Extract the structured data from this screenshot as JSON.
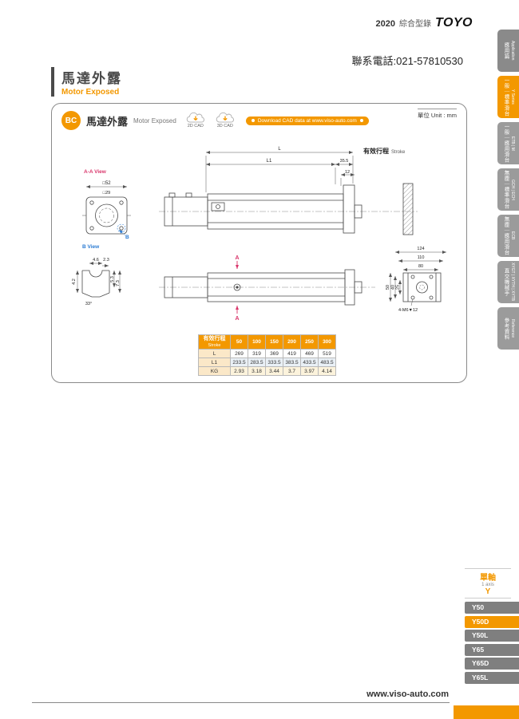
{
  "colors": {
    "accent": "#F39800",
    "tab_gray": "#9B9B9B",
    "tab_dark": "#8A8A8A",
    "model_gray": "#7F7F7F",
    "section_red": "#D9366B",
    "section_blue": "#2B7BD3"
  },
  "header": {
    "year": "2020",
    "catalog": "綜合型錄",
    "brand": "TOYO",
    "phone": "聯系電話:021-57810530"
  },
  "title": {
    "zh": "馬達外露",
    "en": "Motor Exposed"
  },
  "panel": {
    "badge": "BC",
    "heading_zh": "馬達外露",
    "heading_en": "Motor Exposed",
    "cad2d": "2D CAD",
    "cad3d": "3D CAD",
    "download": "Download CAD data at www.viso-auto.com",
    "unit": "單位 Unit : mm"
  },
  "drawing": {
    "aa_view_label": "A-A View",
    "b_view_label": "B View",
    "section_label": "A",
    "b_arrow_label": "B",
    "stroke_zh": "有效行程",
    "stroke_en": "Stroke",
    "dim_l": "L",
    "dim_l1": "L1",
    "dim_35_5": "35.5",
    "dim_12": "12",
    "dim_sq52": "□52",
    "dim_sq29": "□29",
    "dim_4_6": "4.6",
    "dim_2_3": "2.3",
    "dim_4_2": "4.2",
    "dim_5_3": "5.3",
    "dim_7_3": "7.3",
    "dim_33": "33°",
    "dim_124": "124",
    "dim_110": "110",
    "dim_80": "80",
    "dim_50": "50",
    "dim_40": "40",
    "dim_25": "25",
    "dim_4m6": "4-M6▼12"
  },
  "table": {
    "header_zh": "有效行程",
    "header_en": "Stroke",
    "columns": [
      "50",
      "100",
      "150",
      "200",
      "250",
      "300"
    ],
    "rows": [
      {
        "label": "L",
        "values": [
          "269",
          "319",
          "369",
          "419",
          "469",
          "519"
        ]
      },
      {
        "label": "L1",
        "values": [
          "233.5",
          "283.5",
          "333.5",
          "383.5",
          "433.5",
          "483.5"
        ]
      },
      {
        "label": "KG",
        "values": [
          "2.93",
          "3.18",
          "3.44",
          "3.7",
          "3.97",
          "4.14"
        ]
      }
    ]
  },
  "sidebar": {
    "tabs": [
      {
        "label": "應用篇",
        "sub": "Application",
        "active": false
      },
      {
        "label": "一般｜標準滑台",
        "sub": "Y Series",
        "active": true
      },
      {
        "label": "一般｜應用滑台",
        "sub": "ETB | M",
        "active": false
      },
      {
        "label": "無塵｜標準滑台",
        "sub": "GCH | ECH",
        "active": false
      },
      {
        "label": "無塵｜應用滑台",
        "sub": "ECB",
        "active": false
      },
      {
        "label": "直交機械手",
        "sub": "XYGT | XYTH | XYTB",
        "active": false
      },
      {
        "label": "參考資料",
        "sub": "Reference",
        "active": false
      }
    ]
  },
  "models": {
    "group_zh": "單軸",
    "group_en": "1 axis",
    "group_key": "Y",
    "items": [
      {
        "label": "Y50",
        "active": false
      },
      {
        "label": "Y50D",
        "active": true
      },
      {
        "label": "Y50L",
        "active": false
      },
      {
        "label": "Y65",
        "active": false
      },
      {
        "label": "Y65D",
        "active": false
      },
      {
        "label": "Y65L",
        "active": false
      }
    ]
  },
  "footer": {
    "site": "www.viso-auto.com"
  }
}
